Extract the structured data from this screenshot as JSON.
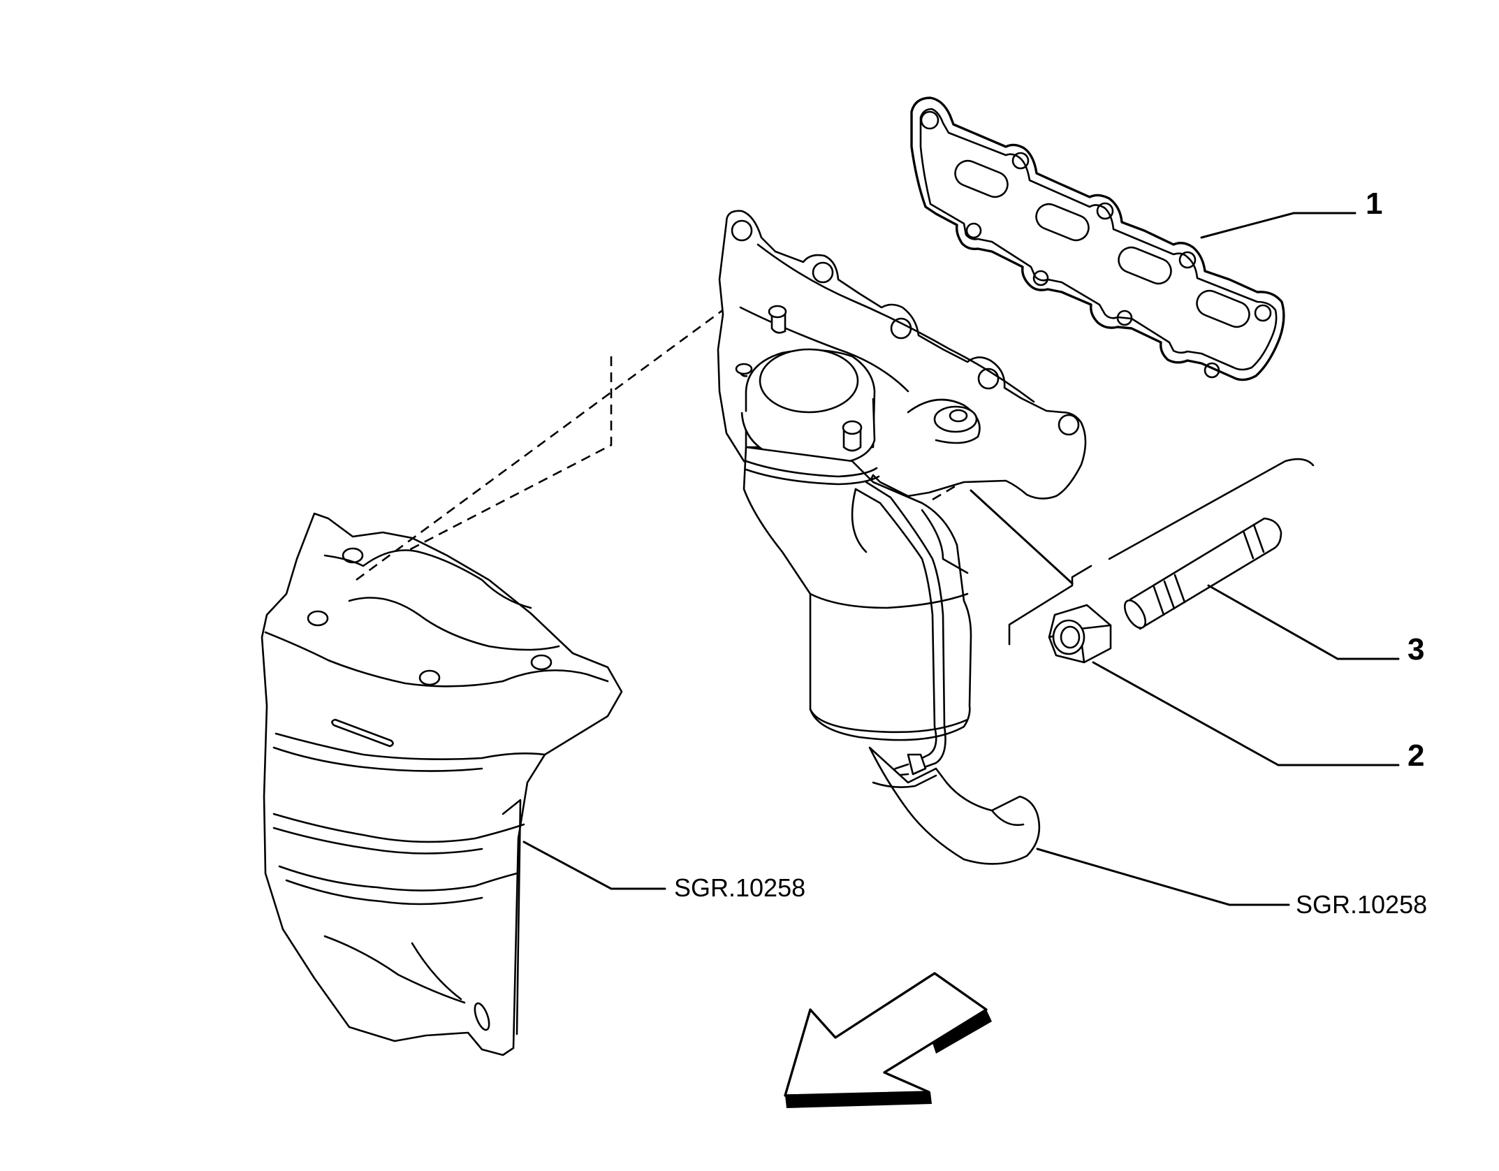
{
  "callouts": {
    "gasket": "1",
    "nut": "2",
    "stud": "3"
  },
  "references": {
    "heat_shield": "SGR.10258",
    "manifold_catalyst": "SGR.10258"
  },
  "colors": {
    "line": "#000000",
    "background": "#ffffff"
  },
  "icons": {
    "direction_arrow": "arrow-down-left-icon"
  }
}
